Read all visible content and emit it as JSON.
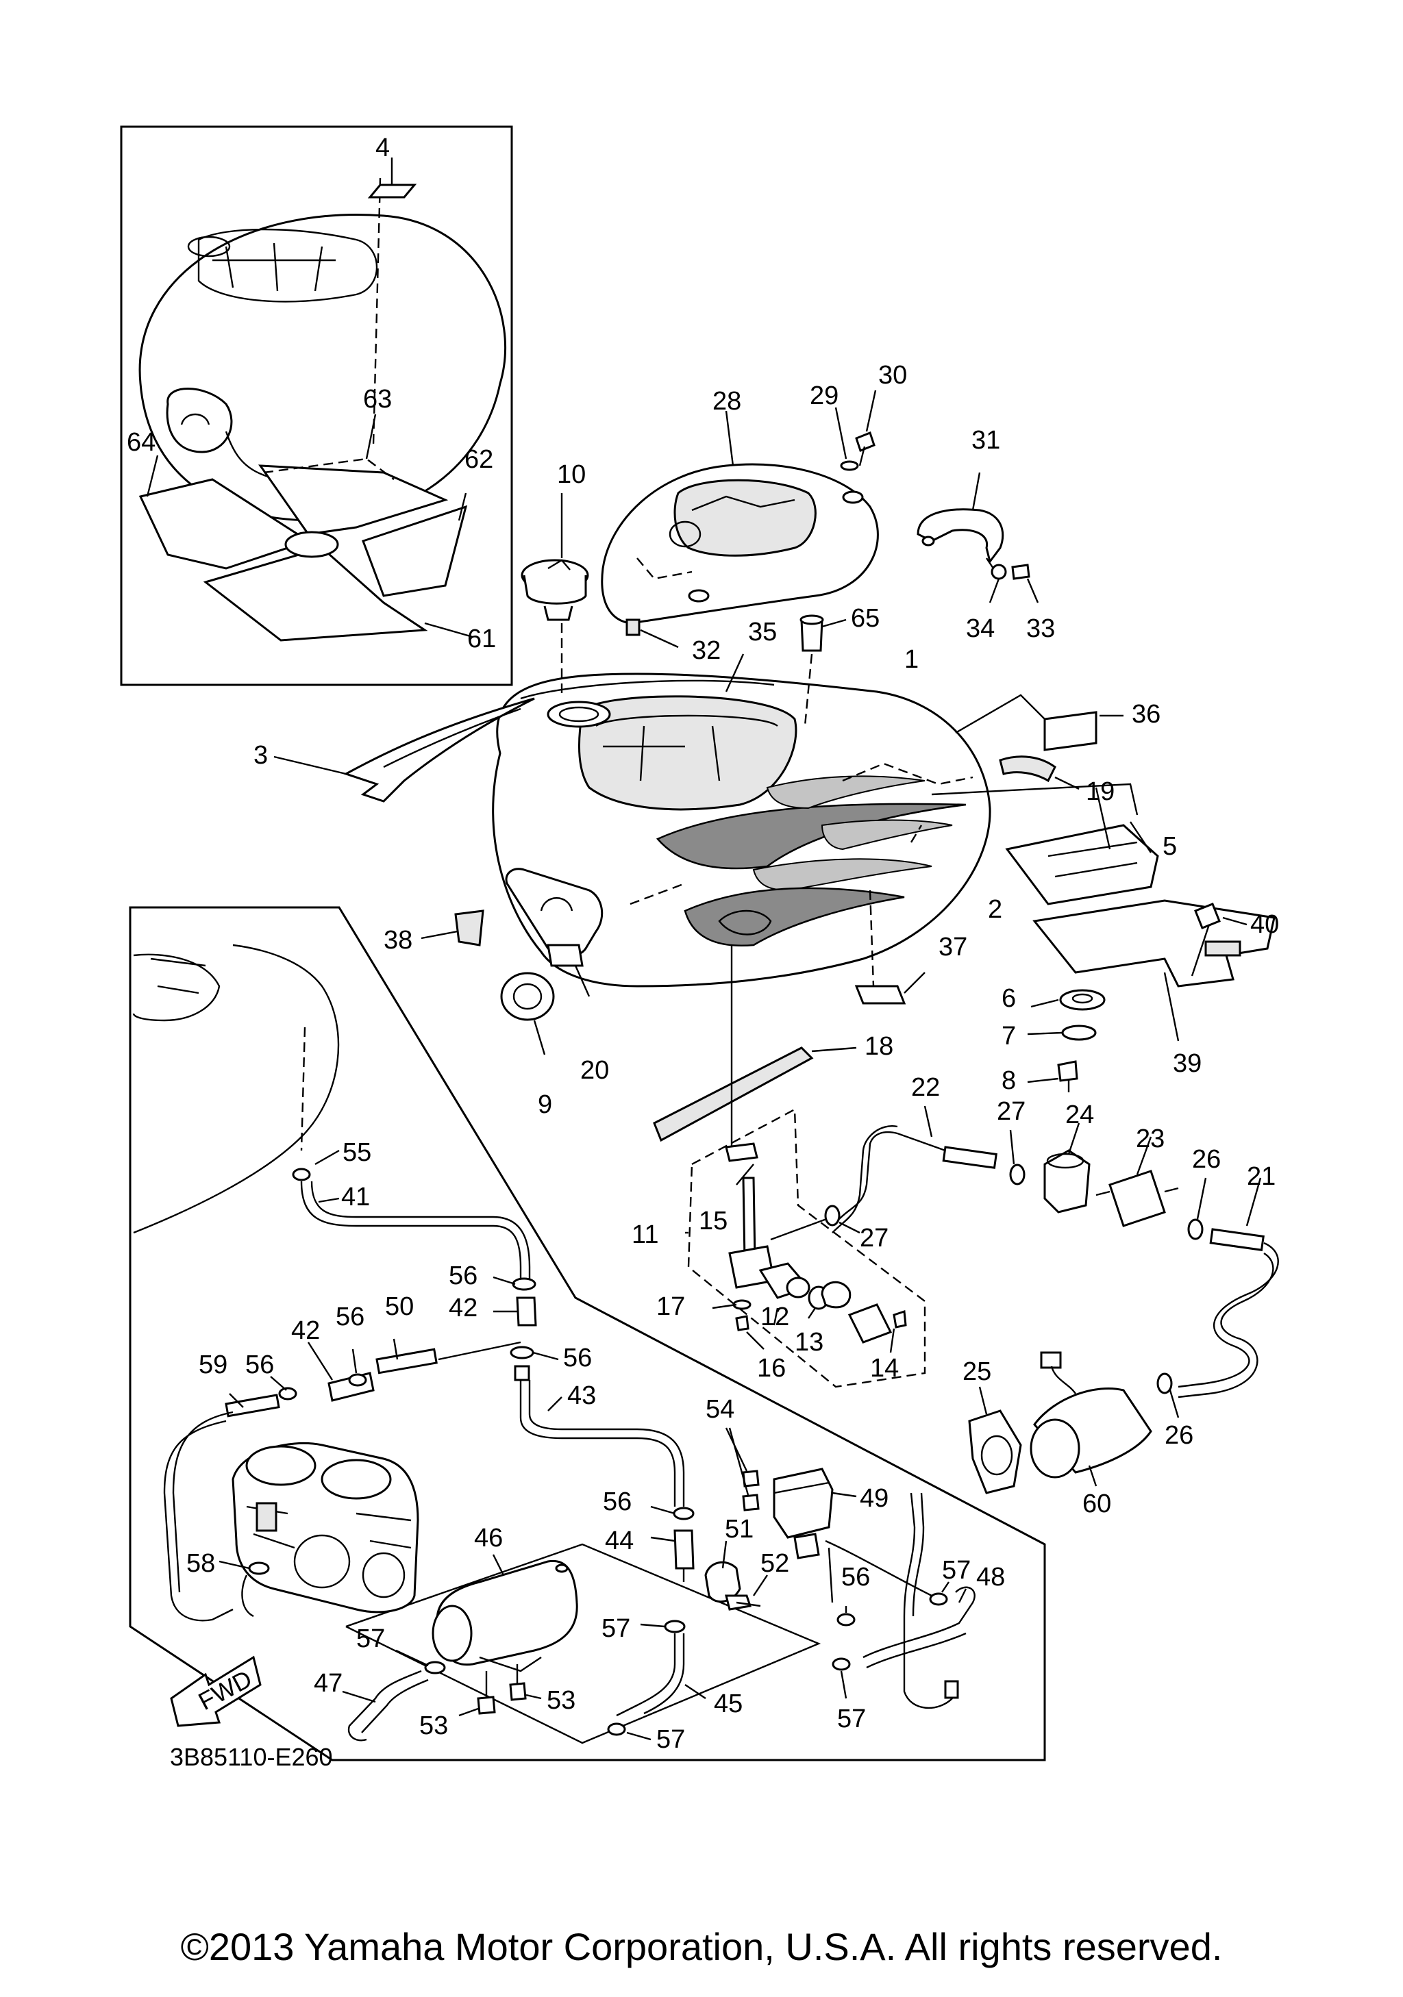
{
  "diagram_code": "3B85110-E260",
  "fwd_label": "FWD",
  "copyright": "©2013 Yamaha Motor Corporation, U.S.A. All rights reserved.",
  "callouts": [
    {
      "id": "c4",
      "label": "4"
    },
    {
      "id": "c63",
      "label": "63"
    },
    {
      "id": "c64",
      "label": "64"
    },
    {
      "id": "c62",
      "label": "62"
    },
    {
      "id": "c61",
      "label": "61"
    },
    {
      "id": "c10",
      "label": "10"
    },
    {
      "id": "c28",
      "label": "28"
    },
    {
      "id": "c29",
      "label": "29"
    },
    {
      "id": "c30",
      "label": "30"
    },
    {
      "id": "c31",
      "label": "31"
    },
    {
      "id": "c34",
      "label": "34"
    },
    {
      "id": "c33",
      "label": "33"
    },
    {
      "id": "c32",
      "label": "32"
    },
    {
      "id": "c65",
      "label": "65"
    },
    {
      "id": "c35",
      "label": "35"
    },
    {
      "id": "c1",
      "label": "1"
    },
    {
      "id": "c36",
      "label": "36"
    },
    {
      "id": "c3",
      "label": "3"
    },
    {
      "id": "c19",
      "label": "19"
    },
    {
      "id": "c5",
      "label": "5"
    },
    {
      "id": "c2",
      "label": "2"
    },
    {
      "id": "c40",
      "label": "40"
    },
    {
      "id": "c38",
      "label": "38"
    },
    {
      "id": "c37",
      "label": "37"
    },
    {
      "id": "c6",
      "label": "6"
    },
    {
      "id": "c7",
      "label": "7"
    },
    {
      "id": "c39",
      "label": "39"
    },
    {
      "id": "c20",
      "label": "20"
    },
    {
      "id": "c9",
      "label": "9"
    },
    {
      "id": "c18",
      "label": "18"
    },
    {
      "id": "c8",
      "label": "8"
    },
    {
      "id": "c22",
      "label": "22"
    },
    {
      "id": "c27a",
      "label": "27"
    },
    {
      "id": "c24",
      "label": "24"
    },
    {
      "id": "c23",
      "label": "23"
    },
    {
      "id": "c26a",
      "label": "26"
    },
    {
      "id": "c21",
      "label": "21"
    },
    {
      "id": "c55",
      "label": "55"
    },
    {
      "id": "c41",
      "label": "41"
    },
    {
      "id": "c15",
      "label": "15"
    },
    {
      "id": "c11",
      "label": "11"
    },
    {
      "id": "c27b",
      "label": "27"
    },
    {
      "id": "c56a",
      "label": "56"
    },
    {
      "id": "c42a",
      "label": "42"
    },
    {
      "id": "c50",
      "label": "50"
    },
    {
      "id": "c17",
      "label": "17"
    },
    {
      "id": "c12",
      "label": "12"
    },
    {
      "id": "c13",
      "label": "13"
    },
    {
      "id": "c14",
      "label": "14"
    },
    {
      "id": "c16",
      "label": "16"
    },
    {
      "id": "c56b",
      "label": "56"
    },
    {
      "id": "c42b",
      "label": "42"
    },
    {
      "id": "c56c",
      "label": "56"
    },
    {
      "id": "c56d",
      "label": "56"
    },
    {
      "id": "c59",
      "label": "59"
    },
    {
      "id": "c43",
      "label": "43"
    },
    {
      "id": "c25",
      "label": "25"
    },
    {
      "id": "c26b",
      "label": "26"
    },
    {
      "id": "c60",
      "label": "60"
    },
    {
      "id": "c54",
      "label": "54"
    },
    {
      "id": "c49",
      "label": "49"
    },
    {
      "id": "c56e",
      "label": "56"
    },
    {
      "id": "c44",
      "label": "44"
    },
    {
      "id": "c51",
      "label": "51"
    },
    {
      "id": "c52",
      "label": "52"
    },
    {
      "id": "c46",
      "label": "46"
    },
    {
      "id": "c58",
      "label": "58"
    },
    {
      "id": "c57a",
      "label": "57"
    },
    {
      "id": "c48",
      "label": "48"
    },
    {
      "id": "c56f",
      "label": "56"
    },
    {
      "id": "c57b",
      "label": "57"
    },
    {
      "id": "c57c",
      "label": "57"
    },
    {
      "id": "c47",
      "label": "47"
    },
    {
      "id": "c53a",
      "label": "53"
    },
    {
      "id": "c53b",
      "label": "53"
    },
    {
      "id": "c45",
      "label": "45"
    },
    {
      "id": "c57d",
      "label": "57"
    },
    {
      "id": "c57e",
      "label": "57"
    }
  ]
}
